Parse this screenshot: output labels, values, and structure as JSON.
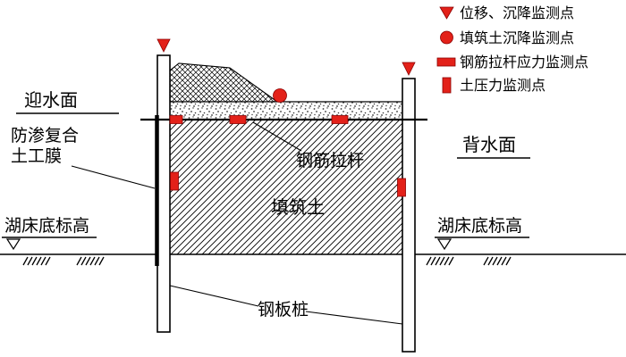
{
  "colors": {
    "marker_red": "#e32119",
    "ink": "#000000",
    "paper": "#ffffff"
  },
  "legend": {
    "items": [
      {
        "icon": "inverted-triangle-marker",
        "label": "位移、沉降监测点"
      },
      {
        "icon": "circle-marker",
        "label": "填筑土沉降监测点"
      },
      {
        "icon": "horizontal-bar-marker",
        "label": "钢筋拉杆应力监测点"
      },
      {
        "icon": "vertical-bar-marker",
        "label": "土压力监测点"
      }
    ]
  },
  "labels": {
    "upstream_face": "迎水面",
    "geomembrane_line1": "防渗复合",
    "geomembrane_line2": "土工膜",
    "lakebed_elevation_left": "湖床底标高",
    "lakebed_elevation_right": "湖床底标高",
    "downstream_face": "背水面",
    "tie_rod": "钢筋拉杆",
    "fill_soil": "填筑土",
    "sheet_pile": "钢板桩"
  }
}
